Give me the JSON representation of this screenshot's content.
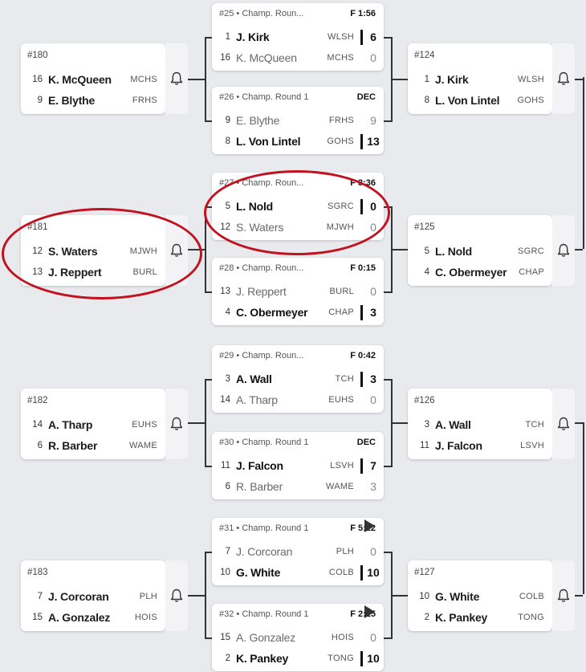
{
  "center_matches": [
    {
      "label": "#25 • Champ. Roun...",
      "result": "F 1:56",
      "rows": [
        {
          "seed": "1",
          "name": "J. Kirk",
          "team": "WLSH",
          "score": "6",
          "win": true
        },
        {
          "seed": "16",
          "name": "K. McQueen",
          "team": "MCHS",
          "score": "0",
          "win": false
        }
      ]
    },
    {
      "label": "#26 • Champ. Round 1",
      "result": "DEC",
      "rows": [
        {
          "seed": "9",
          "name": "E. Blythe",
          "team": "FRHS",
          "score": "9",
          "win": false
        },
        {
          "seed": "8",
          "name": "L. Von Lintel",
          "team": "GOHS",
          "score": "13",
          "win": true
        }
      ]
    },
    {
      "label": "#27 • Champ. Roun...",
      "result": "F 3:36",
      "rows": [
        {
          "seed": "5",
          "name": "L. Nold",
          "team": "SGRC",
          "score": "0",
          "win": true
        },
        {
          "seed": "12",
          "name": "S. Waters",
          "team": "MJWH",
          "score": "0",
          "win": false
        }
      ]
    },
    {
      "label": "#28 • Champ. Roun...",
      "result": "F 0:15",
      "rows": [
        {
          "seed": "13",
          "name": "J. Reppert",
          "team": "BURL",
          "score": "0",
          "win": false
        },
        {
          "seed": "4",
          "name": "C. Obermeyer",
          "team": "CHAP",
          "score": "3",
          "win": true
        }
      ]
    },
    {
      "label": "#29 • Champ. Roun...",
      "result": "F 0:42",
      "rows": [
        {
          "seed": "3",
          "name": "A. Wall",
          "team": "TCH",
          "score": "3",
          "win": true
        },
        {
          "seed": "14",
          "name": "A. Tharp",
          "team": "EUHS",
          "score": "0",
          "win": false
        }
      ]
    },
    {
      "label": "#30 • Champ. Round 1",
      "result": "DEC",
      "rows": [
        {
          "seed": "11",
          "name": "J. Falcon",
          "team": "LSVH",
          "score": "7",
          "win": true
        },
        {
          "seed": "6",
          "name": "R. Barber",
          "team": "WAME",
          "score": "3",
          "win": false
        }
      ]
    },
    {
      "label": "#31 • Champ. Round 1",
      "result": "F 5:22",
      "rows": [
        {
          "seed": "7",
          "name": "J. Corcoran",
          "team": "PLH",
          "score": "0",
          "win": false
        },
        {
          "seed": "10",
          "name": "G. White",
          "team": "COLB",
          "score": "10",
          "win": true
        }
      ]
    },
    {
      "label": "#32 • Champ. Round 1",
      "result": "F 2:15",
      "rows": [
        {
          "seed": "15",
          "name": "A. Gonzalez",
          "team": "HOIS",
          "score": "0",
          "win": false
        },
        {
          "seed": "2",
          "name": "K. Pankey",
          "team": "TONG",
          "score": "10",
          "win": true
        }
      ]
    }
  ],
  "left_matches": [
    {
      "label": "#180",
      "rows": [
        {
          "seed": "16",
          "name": "K. McQueen",
          "team": "MCHS"
        },
        {
          "seed": "9",
          "name": "E. Blythe",
          "team": "FRHS"
        }
      ]
    },
    {
      "label": "#181",
      "rows": [
        {
          "seed": "12",
          "name": "S. Waters",
          "team": "MJWH"
        },
        {
          "seed": "13",
          "name": "J. Reppert",
          "team": "BURL"
        }
      ]
    },
    {
      "label": "#182",
      "rows": [
        {
          "seed": "14",
          "name": "A. Tharp",
          "team": "EUHS"
        },
        {
          "seed": "6",
          "name": "R. Barber",
          "team": "WAME"
        }
      ]
    },
    {
      "label": "#183",
      "rows": [
        {
          "seed": "7",
          "name": "J. Corcoran",
          "team": "PLH"
        },
        {
          "seed": "15",
          "name": "A. Gonzalez",
          "team": "HOIS"
        }
      ]
    }
  ],
  "right_matches": [
    {
      "label": "#124",
      "rows": [
        {
          "seed": "1",
          "name": "J. Kirk",
          "team": "WLSH"
        },
        {
          "seed": "8",
          "name": "L. Von Lintel",
          "team": "GOHS"
        }
      ]
    },
    {
      "label": "#125",
      "rows": [
        {
          "seed": "5",
          "name": "L. Nold",
          "team": "SGRC"
        },
        {
          "seed": "4",
          "name": "C. Obermeyer",
          "team": "CHAP"
        }
      ]
    },
    {
      "label": "#126",
      "rows": [
        {
          "seed": "3",
          "name": "A. Wall",
          "team": "TCH"
        },
        {
          "seed": "11",
          "name": "J. Falcon",
          "team": "LSVH"
        }
      ]
    },
    {
      "label": "#127",
      "rows": [
        {
          "seed": "10",
          "name": "G. White",
          "team": "COLB"
        },
        {
          "seed": "2",
          "name": "K. Pankey",
          "team": "TONG"
        }
      ]
    }
  ],
  "icons": {
    "bell": "bell-icon",
    "play": "play-icon"
  },
  "colors": {
    "annotation": "#c1121f",
    "background": "#e9eaee"
  }
}
